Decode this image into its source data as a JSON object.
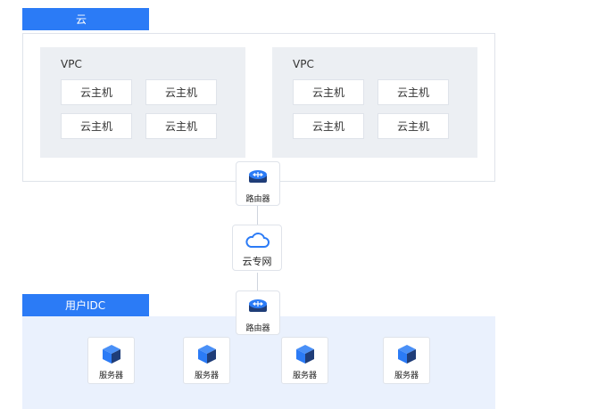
{
  "cloud": {
    "label": "云",
    "vpcs": [
      {
        "label": "VPC",
        "hosts": [
          "云主机",
          "云主机",
          "云主机",
          "云主机"
        ]
      },
      {
        "label": "VPC",
        "hosts": [
          "云主机",
          "云主机",
          "云主机",
          "云主机"
        ]
      }
    ]
  },
  "router_top": {
    "label": "路由器",
    "icon": "router-icon"
  },
  "cloud_net": {
    "label": "云专网",
    "icon": "cloud-icon"
  },
  "router_bottom": {
    "label": "路由器",
    "icon": "router-icon"
  },
  "idc": {
    "label": "用户IDC",
    "servers": [
      {
        "label": "服务器",
        "icon": "server-icon"
      },
      {
        "label": "服务器",
        "icon": "server-icon"
      },
      {
        "label": "服务器",
        "icon": "server-icon"
      },
      {
        "label": "服务器",
        "icon": "server-icon"
      }
    ]
  },
  "colors": {
    "accent": "#2b7bf6",
    "idc_bg": "#eaf1fd",
    "vpc_bg": "#eceff3",
    "router_dark": "#1f3d78"
  }
}
